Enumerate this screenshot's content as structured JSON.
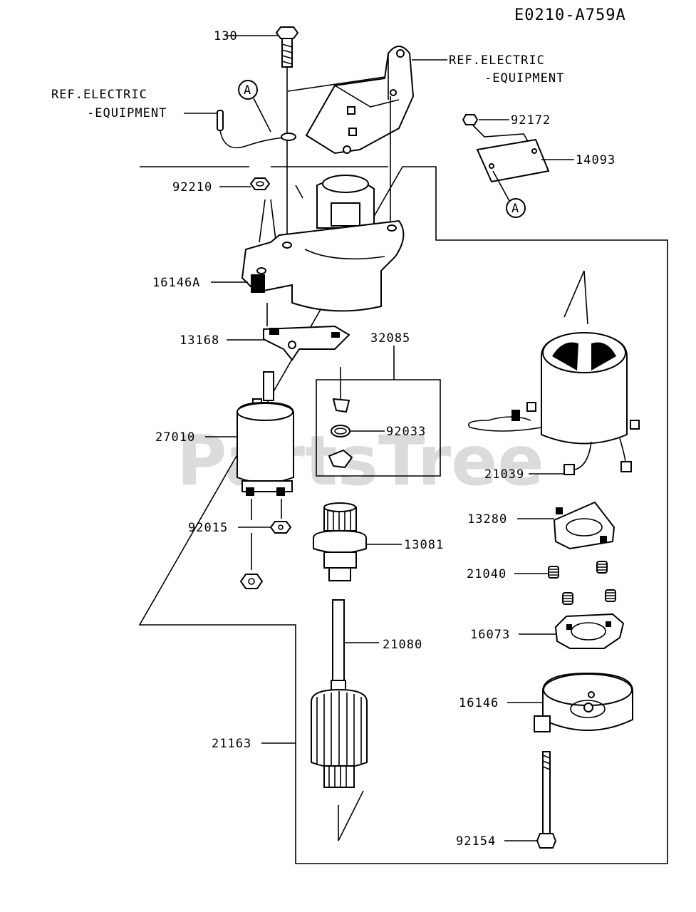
{
  "diagram_code": "E0210-A759A",
  "watermark": "PartsTree",
  "ref_top_right": [
    "REF.ELECTRIC",
    "-EQUIPMENT"
  ],
  "ref_left": [
    "REF.ELECTRIC",
    "-EQUIPMENT"
  ],
  "callout_marker": "A",
  "part_numbers": {
    "p130": "130",
    "p92210": "92210",
    "p16146A": "16146A",
    "p13168": "13168",
    "p32085": "32085",
    "p27010": "27010",
    "p92033": "92033",
    "p92015": "92015",
    "p13081": "13081",
    "p21080": "21080",
    "p21163": "21163",
    "p92172": "92172",
    "p14093": "14093",
    "p21039": "21039",
    "p13280": "13280",
    "p21040": "21040",
    "p16073": "16073",
    "p16146": "16146",
    "p92154": "92154"
  }
}
